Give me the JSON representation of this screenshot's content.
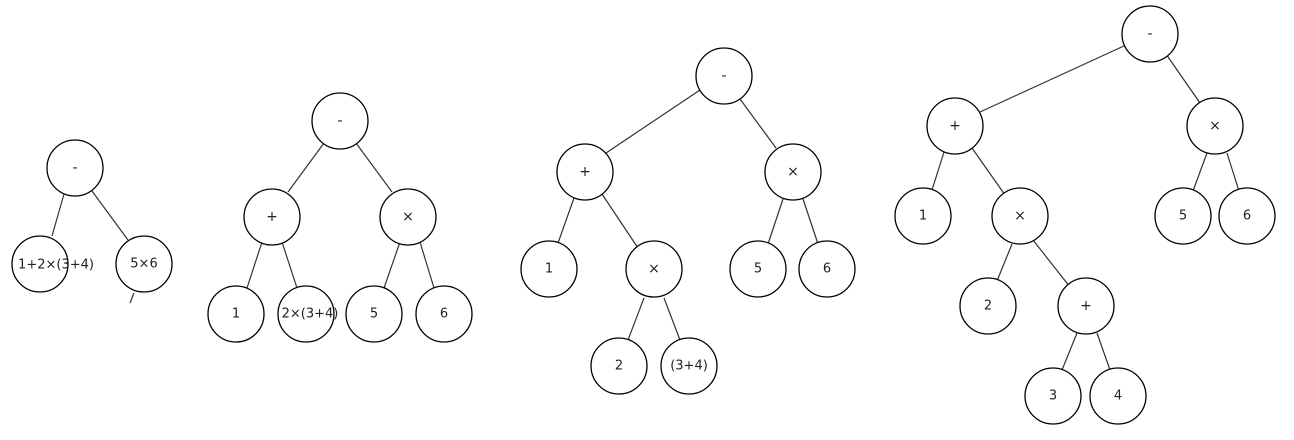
{
  "trees": [
    {
      "nodes": [
        {
          "id": "t1-minus",
          "label": "-"
        },
        {
          "id": "t1-left-expr",
          "label": "1+2×(3+4)"
        },
        {
          "id": "t1-right-expr",
          "label": "5×6"
        }
      ]
    },
    {
      "nodes": [
        {
          "id": "t2-minus",
          "label": "-"
        },
        {
          "id": "t2-plus",
          "label": "+"
        },
        {
          "id": "t2-times",
          "label": "×"
        },
        {
          "id": "t2-one",
          "label": "1"
        },
        {
          "id": "t2-expr",
          "label": "2×(3+4)"
        },
        {
          "id": "t2-five",
          "label": "5"
        },
        {
          "id": "t2-six",
          "label": "6"
        }
      ]
    },
    {
      "nodes": [
        {
          "id": "t3-minus",
          "label": "-"
        },
        {
          "id": "t3-plus",
          "label": "+"
        },
        {
          "id": "t3-times-right",
          "label": "×"
        },
        {
          "id": "t3-one",
          "label": "1"
        },
        {
          "id": "t3-times-inner",
          "label": "×"
        },
        {
          "id": "t3-five",
          "label": "5"
        },
        {
          "id": "t3-six",
          "label": "6"
        },
        {
          "id": "t3-two",
          "label": "2"
        },
        {
          "id": "t3-paren",
          "label": "(3+4)"
        }
      ]
    },
    {
      "nodes": [
        {
          "id": "t4-minus",
          "label": "-"
        },
        {
          "id": "t4-plus-top",
          "label": "+"
        },
        {
          "id": "t4-times-right",
          "label": "×"
        },
        {
          "id": "t4-one",
          "label": "1"
        },
        {
          "id": "t4-times-inner",
          "label": "×"
        },
        {
          "id": "t4-five",
          "label": "5"
        },
        {
          "id": "t4-six",
          "label": "6"
        },
        {
          "id": "t4-two",
          "label": "2"
        },
        {
          "id": "t4-plus-inner",
          "label": "+"
        },
        {
          "id": "t4-three",
          "label": "3"
        },
        {
          "id": "t4-four",
          "label": "4"
        }
      ]
    }
  ]
}
